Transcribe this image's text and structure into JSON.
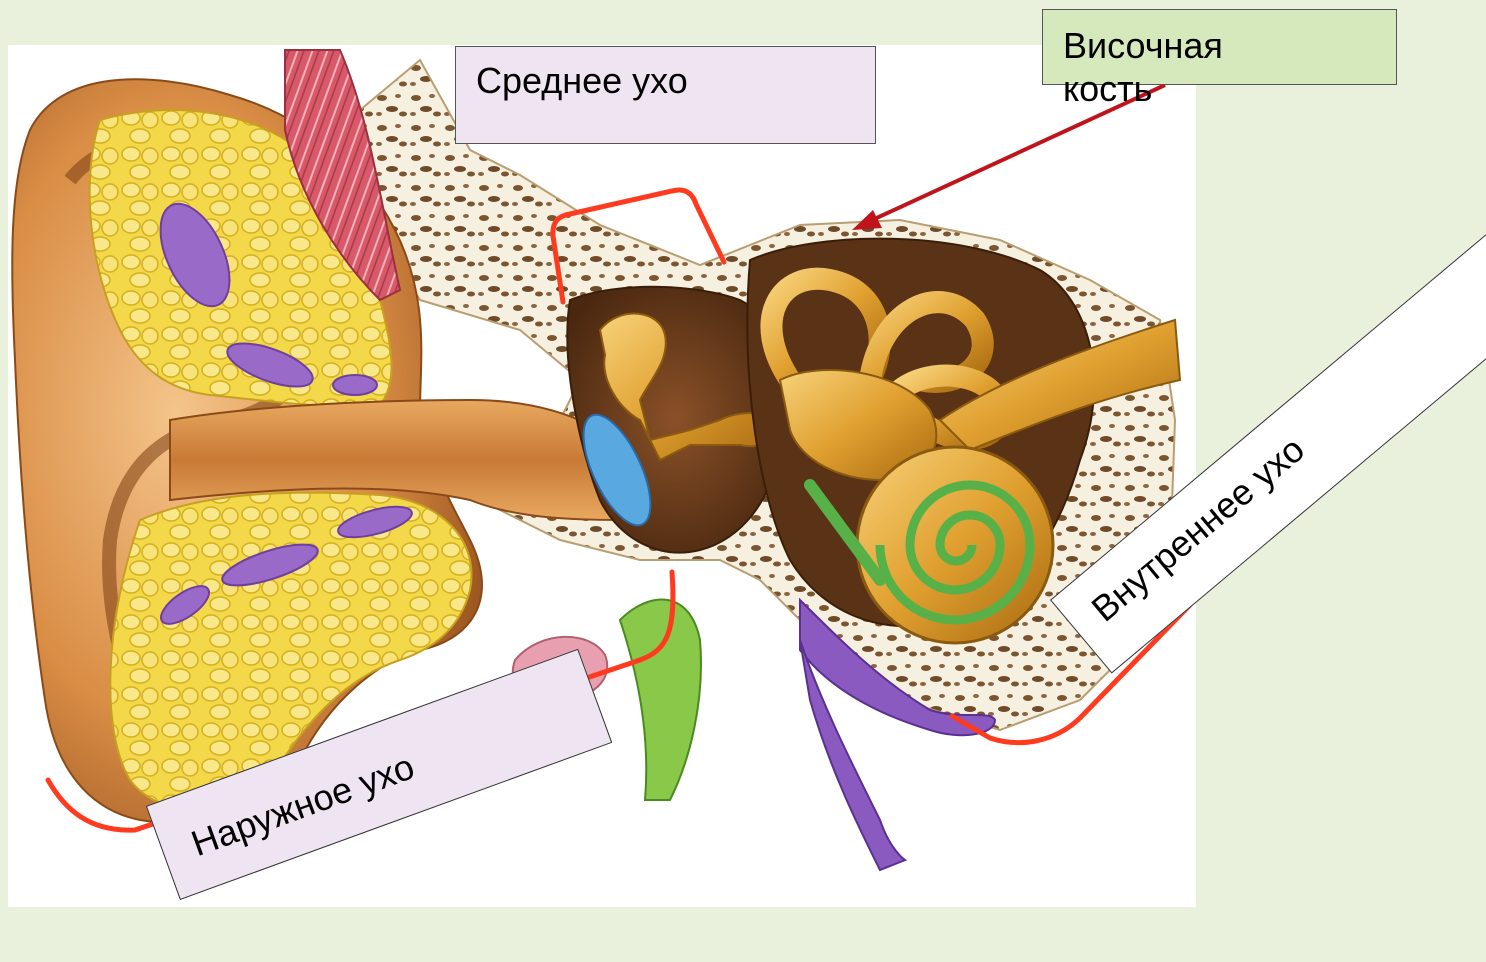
{
  "labels": {
    "middle_ear": "Среднее ухо",
    "temporal_bone": "Височная кость",
    "outer_ear": "Наружное ухо",
    "inner_ear": "Внутреннее ухо"
  },
  "colors": {
    "slide_background": "#e9f0dc",
    "bracket": "#ff3b1f",
    "pointer_arrow": "#c0141c",
    "middle_label_fill": "#efe4f1",
    "temporal_label_fill": "#d6e9bc",
    "outer_label_fill": "#efe4f1",
    "inner_label_fill": "#ffffff"
  }
}
